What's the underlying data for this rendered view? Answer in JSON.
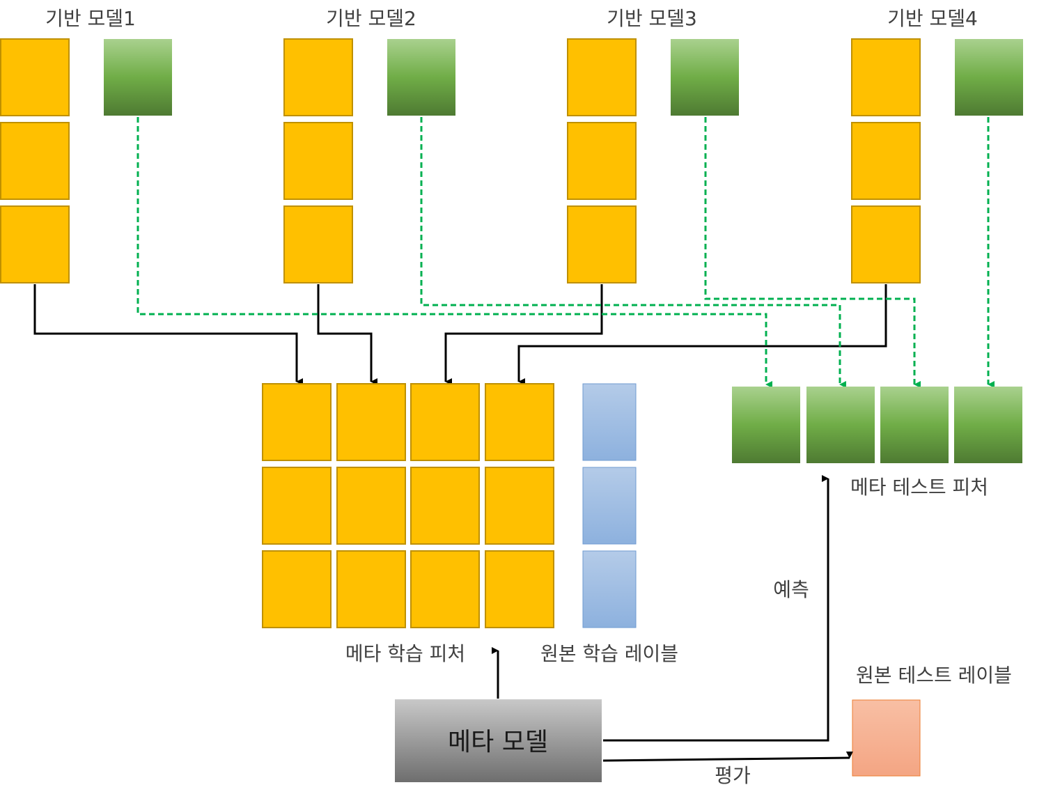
{
  "colors": {
    "train_block": "#FFC000",
    "train_block_border": "#BF9000",
    "test_block_top": "#A9D18E",
    "test_block_mid": "#70AD47",
    "test_block_bottom": "#4E7A32",
    "label_block_top": "#B4CBE8",
    "label_block_bottom": "#8DB1DE",
    "label_block_border": "#6F9BD1",
    "test_label_top": "#F8BFA4",
    "test_label_bottom": "#F4A583",
    "test_label_border": "#ED7D31",
    "meta_model_top": "#C8C8C8",
    "meta_model_bottom": "#6E6E6E",
    "solid_arrow": "#000000",
    "dashed_arrow": "#00B050"
  },
  "base_models": [
    {
      "label": "기반 모델1"
    },
    {
      "label": "기반 모델2"
    },
    {
      "label": "기반 모델3"
    },
    {
      "label": "기반 모델4"
    }
  ],
  "meta_train_features": {
    "label": "메타 학습 피처"
  },
  "original_train_labels": {
    "label": "원본 학습 레이블"
  },
  "meta_test_features": {
    "label": "메타 테스트 피처"
  },
  "original_test_labels": {
    "label": "원본 테스트 레이블"
  },
  "meta_model": {
    "label": "메타 모델"
  },
  "edges": {
    "predict": "예측",
    "evaluate": "평가"
  }
}
